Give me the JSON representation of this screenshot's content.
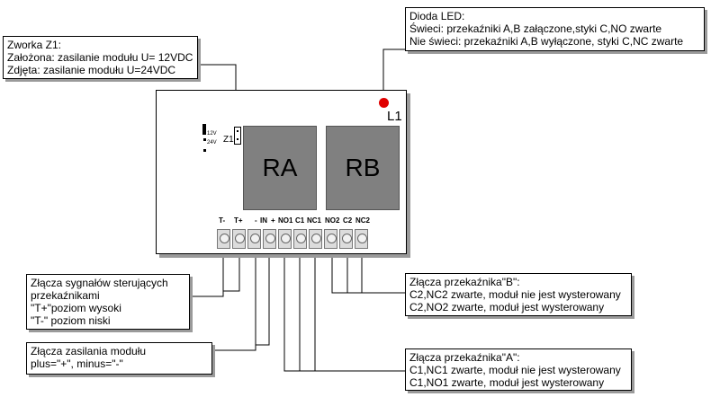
{
  "led_note": {
    "title": "Dioda LED:",
    "on": "Świeci: przekaźniki A,B załączone,styki C,NO zwarte",
    "off": "Nie świeci: przekaźniki A,B wyłączone, styki C,NC zwarte"
  },
  "jumper_note": {
    "title": "Zworka Z1:",
    "on": "Założona: zasilanie modułu U= 12VDC",
    "off": "Zdjęta: zasilanie modułu U=24VDC"
  },
  "board": {
    "led_label": "L1",
    "jumper_label": "Z1",
    "v12": "12V",
    "v24": "24V",
    "relay_a": "RA",
    "relay_b": "RB",
    "terminals": [
      "T-",
      "T+",
      "-",
      "IN",
      "+",
      "NO1",
      "C1",
      "NC1",
      "NO2",
      "C2",
      "NC2"
    ]
  },
  "signal_note": {
    "line1": "Złącza sygnałów sterujących",
    "line2": "przekaźnikami",
    "line3": "\"T+\"poziom wysoki",
    "line4": "\"T-\" poziom niski"
  },
  "power_note": {
    "line1": "Złącza zasilania modułu",
    "line2": "plus=\"+\", minus=\"-\""
  },
  "relay_b_note": {
    "title": "Złącza przekaźnika\"B\":",
    "line1": "C2,NC2 zwarte, moduł nie jest wysterowany",
    "line2": "C2,NO2 zwarte, moduł jest wysterowany"
  },
  "relay_a_note": {
    "title": "Złącza przekaźnika\"A\":",
    "line1": "C1,NC1 zwarte, moduł nie jest wysterowany",
    "line2": "C1,NO1 zwarte, moduł jest wysterowany"
  },
  "colors": {
    "relay": "#808080",
    "led": "#e00000",
    "shadow": "#9a9a9a"
  }
}
